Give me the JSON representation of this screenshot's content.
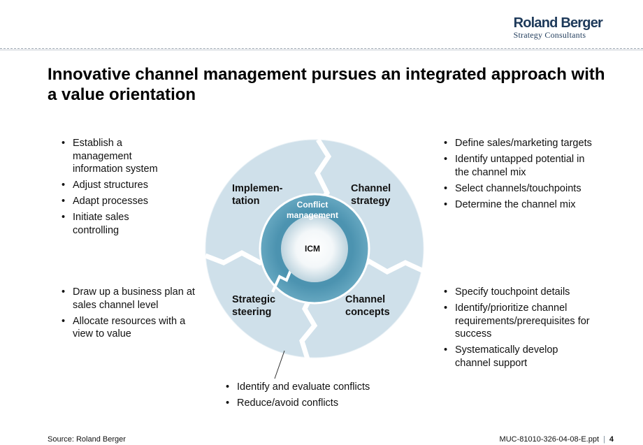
{
  "logo": {
    "name": "Roland Berger",
    "subtitle": "Strategy Consultants"
  },
  "title": "Innovative channel management pursues an integrated approach with a value orientation",
  "segments": {
    "implementation": "Implemen-\ntation",
    "channel_strategy": "Channel\nstrategy",
    "strategic_steering": "Strategic\nsteering",
    "channel_concepts": "Channel\nconcepts"
  },
  "center": {
    "conflict_label": "Conflict\nmanagement",
    "icm_label": "ICM"
  },
  "bullets": {
    "top_left": [
      "Establish a\nmanagement\ninformation system",
      "Adjust structures",
      "Adapt processes",
      "Initiate sales\ncontrolling"
    ],
    "top_right": [
      "Define sales/marketing targets",
      "Identify untapped potential in\nthe channel mix",
      "Select channels/touchpoints",
      "Determine the channel mix"
    ],
    "bottom_left": [
      "Draw up a business plan at\nsales channel level",
      "Allocate resources with a\nview to value"
    ],
    "bottom_right": [
      "Specify touchpoint details",
      "Identify/prioritize channel\nrequirements/prerequisites for\nsuccess",
      "Systematically develop\nchannel support"
    ],
    "bottom_center": [
      "Identify and evaluate conflicts",
      "Reduce/avoid conflicts"
    ]
  },
  "footer": {
    "source": "Source: Roland Berger",
    "doc_id": "MUC-81010-326-04-08-E.ppt",
    "separator": "|",
    "page": "4"
  },
  "colors": {
    "outer_ring": "#cfe0ea",
    "inner_ring": "#5b9fb9",
    "inner_ring_dark": "#3e86a3",
    "center_glow": "#ffffff",
    "brand": "#1e3a5a"
  }
}
